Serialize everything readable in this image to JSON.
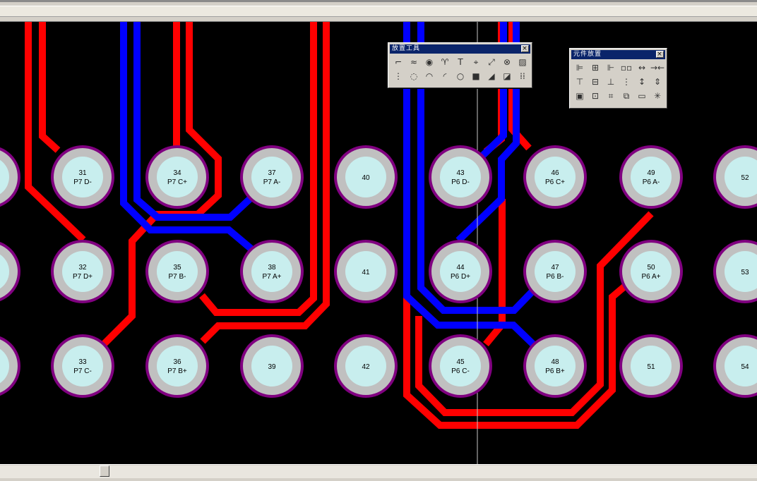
{
  "toolbars": {
    "placement": {
      "title": "放置工具",
      "close": "×",
      "buttons": [
        {
          "name": "place-line-icon",
          "glyph": "⌐"
        },
        {
          "name": "place-arc-icon",
          "glyph": "≈"
        },
        {
          "name": "place-via-icon",
          "glyph": "◉"
        },
        {
          "name": "place-pad-icon",
          "glyph": "♈"
        },
        {
          "name": "place-text-icon",
          "glyph": "T"
        },
        {
          "name": "place-coordinate-icon",
          "glyph": "⌖"
        },
        {
          "name": "place-dimension-icon",
          "glyph": "⤢"
        },
        {
          "name": "place-origin-icon",
          "glyph": "⊗"
        },
        {
          "name": "place-room-icon",
          "glyph": "▨"
        },
        {
          "name": "place-component-icon",
          "glyph": "⋮"
        },
        {
          "name": "arc-center-icon",
          "glyph": "◌"
        },
        {
          "name": "arc-edge-icon",
          "glyph": "◠"
        },
        {
          "name": "arc-any-icon",
          "glyph": "◜"
        },
        {
          "name": "place-circle-icon",
          "glyph": "○"
        },
        {
          "name": "place-fill-icon",
          "glyph": "■"
        },
        {
          "name": "place-polygon-icon",
          "glyph": "◢"
        },
        {
          "name": "place-region-icon",
          "glyph": "◪"
        },
        {
          "name": "place-array-icon",
          "glyph": "⁞⁞"
        }
      ]
    },
    "component": {
      "title": "元件放置",
      "close": "×",
      "buttons": [
        {
          "name": "align-left-icon",
          "glyph": "⊫"
        },
        {
          "name": "align-center-h-icon",
          "glyph": "⊞"
        },
        {
          "name": "align-right-icon",
          "glyph": "⊩"
        },
        {
          "name": "distribute-h-icon",
          "glyph": "▫▫"
        },
        {
          "name": "increase-h-spacing-icon",
          "glyph": "↔"
        },
        {
          "name": "decrease-h-spacing-icon",
          "glyph": "→←"
        },
        {
          "name": "align-top-icon",
          "glyph": "⊤"
        },
        {
          "name": "align-center-v-icon",
          "glyph": "⊟"
        },
        {
          "name": "align-bottom-icon",
          "glyph": "⊥"
        },
        {
          "name": "distribute-v-icon",
          "glyph": "⋮"
        },
        {
          "name": "increase-v-spacing-icon",
          "glyph": "↕"
        },
        {
          "name": "decrease-v-spacing-icon",
          "glyph": "⇕"
        },
        {
          "name": "room-arrange-icon",
          "glyph": "▣"
        },
        {
          "name": "rect-arrange-icon",
          "glyph": "⊡"
        },
        {
          "name": "move-grid-icon",
          "glyph": "⌗"
        },
        {
          "name": "group-icon",
          "glyph": "⧉"
        },
        {
          "name": "align-grid-icon",
          "glyph": "▭"
        },
        {
          "name": "auto-place-icon",
          "glyph": "✳"
        }
      ]
    }
  },
  "pads": [
    {
      "num": "",
      "net": ""
    },
    {
      "num": "",
      "net": ""
    },
    {
      "num": "",
      "net": ""
    },
    {
      "num": "31",
      "net": "P7 D-"
    },
    {
      "num": "32",
      "net": "P7 D+"
    },
    {
      "num": "33",
      "net": "P7 C-"
    },
    {
      "num": "34",
      "net": "P7 C+"
    },
    {
      "num": "35",
      "net": "P7 B-"
    },
    {
      "num": "36",
      "net": "P7 B+"
    },
    {
      "num": "37",
      "net": "P7 A-"
    },
    {
      "num": "38",
      "net": "P7 A+"
    },
    {
      "num": "39",
      "net": ""
    },
    {
      "num": "40",
      "net": ""
    },
    {
      "num": "41",
      "net": ""
    },
    {
      "num": "42",
      "net": ""
    },
    {
      "num": "43",
      "net": "P6 D-"
    },
    {
      "num": "44",
      "net": "P6 D+"
    },
    {
      "num": "45",
      "net": "P6 C-"
    },
    {
      "num": "46",
      "net": "P6 C+"
    },
    {
      "num": "47",
      "net": "P6 B-"
    },
    {
      "num": "48",
      "net": "P6 B+"
    },
    {
      "num": "49",
      "net": "P6 A-"
    },
    {
      "num": "50",
      "net": "P6 A+"
    },
    {
      "num": "51",
      "net": ""
    },
    {
      "num": "52",
      "net": ""
    },
    {
      "num": "53",
      "net": ""
    },
    {
      "num": "54",
      "net": ""
    }
  ],
  "colors": {
    "top_layer": "#ff0000",
    "bottom_layer": "#0000ff",
    "pad_ring": "#800080",
    "pad_copper": "#c0c0c0",
    "pad_hole": "#c8eeee",
    "background": "#000000"
  }
}
